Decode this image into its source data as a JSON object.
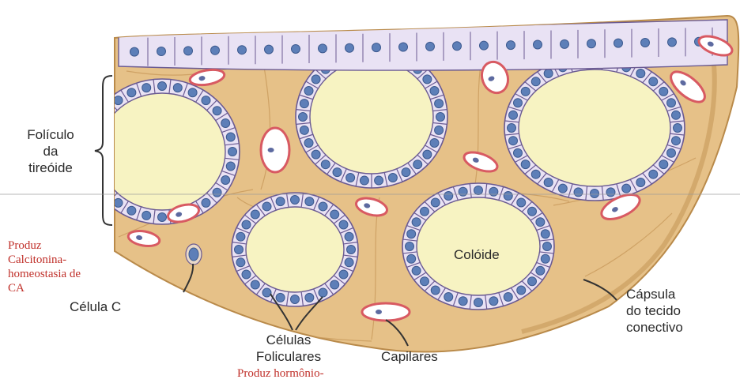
{
  "labels": {
    "foliculo": [
      "Folículo",
      "da",
      "tireóide"
    ],
    "coloide": "Colóide",
    "celula_c": "Célula C",
    "celulas_foliculares": [
      "Células",
      "Foliculares"
    ],
    "capilares": "Capilares",
    "capsula": [
      "Cápsula",
      "do tecido",
      "conectivo"
    ]
  },
  "annotations": {
    "calcitonina": [
      "Produz",
      "Calcitonina-",
      "homeostasia de",
      "CA"
    ],
    "hormonio": "Produz hormônio-"
  },
  "colors": {
    "tissue": "#e6c188",
    "tissue_dark": "#b98a4a",
    "colloid": "#f7f3c2",
    "cell": "#e9e2f4",
    "cell_border": "#6a5a92",
    "nucleus": "#5d7fb8",
    "capillary": "#d85a62",
    "annotation": "#c0302a"
  }
}
